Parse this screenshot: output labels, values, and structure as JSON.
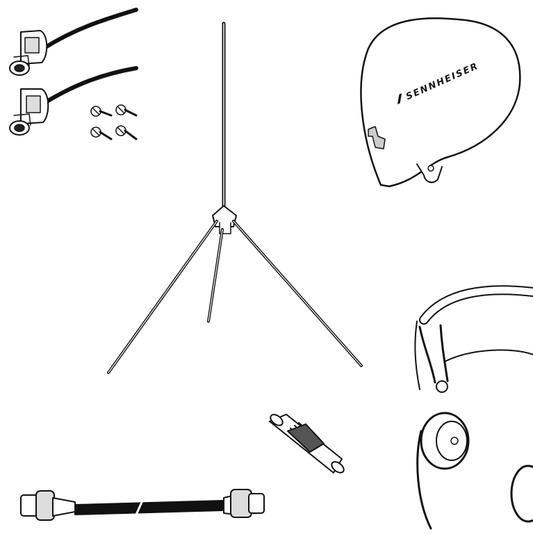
{
  "brand": {
    "name": "SENNHEISER",
    "ink_color": "#111111",
    "paper_color": "#ffffff"
  },
  "items": [
    {
      "name": "bnc-panel-connector-cable",
      "count": 2
    },
    {
      "name": "mounting-screw",
      "count": 4
    },
    {
      "name": "ground-plane-antenna"
    },
    {
      "name": "directional-antenna"
    },
    {
      "name": "bnc-coupler"
    },
    {
      "name": "bnc-coaxial-cable"
    },
    {
      "name": "headphones"
    }
  ]
}
